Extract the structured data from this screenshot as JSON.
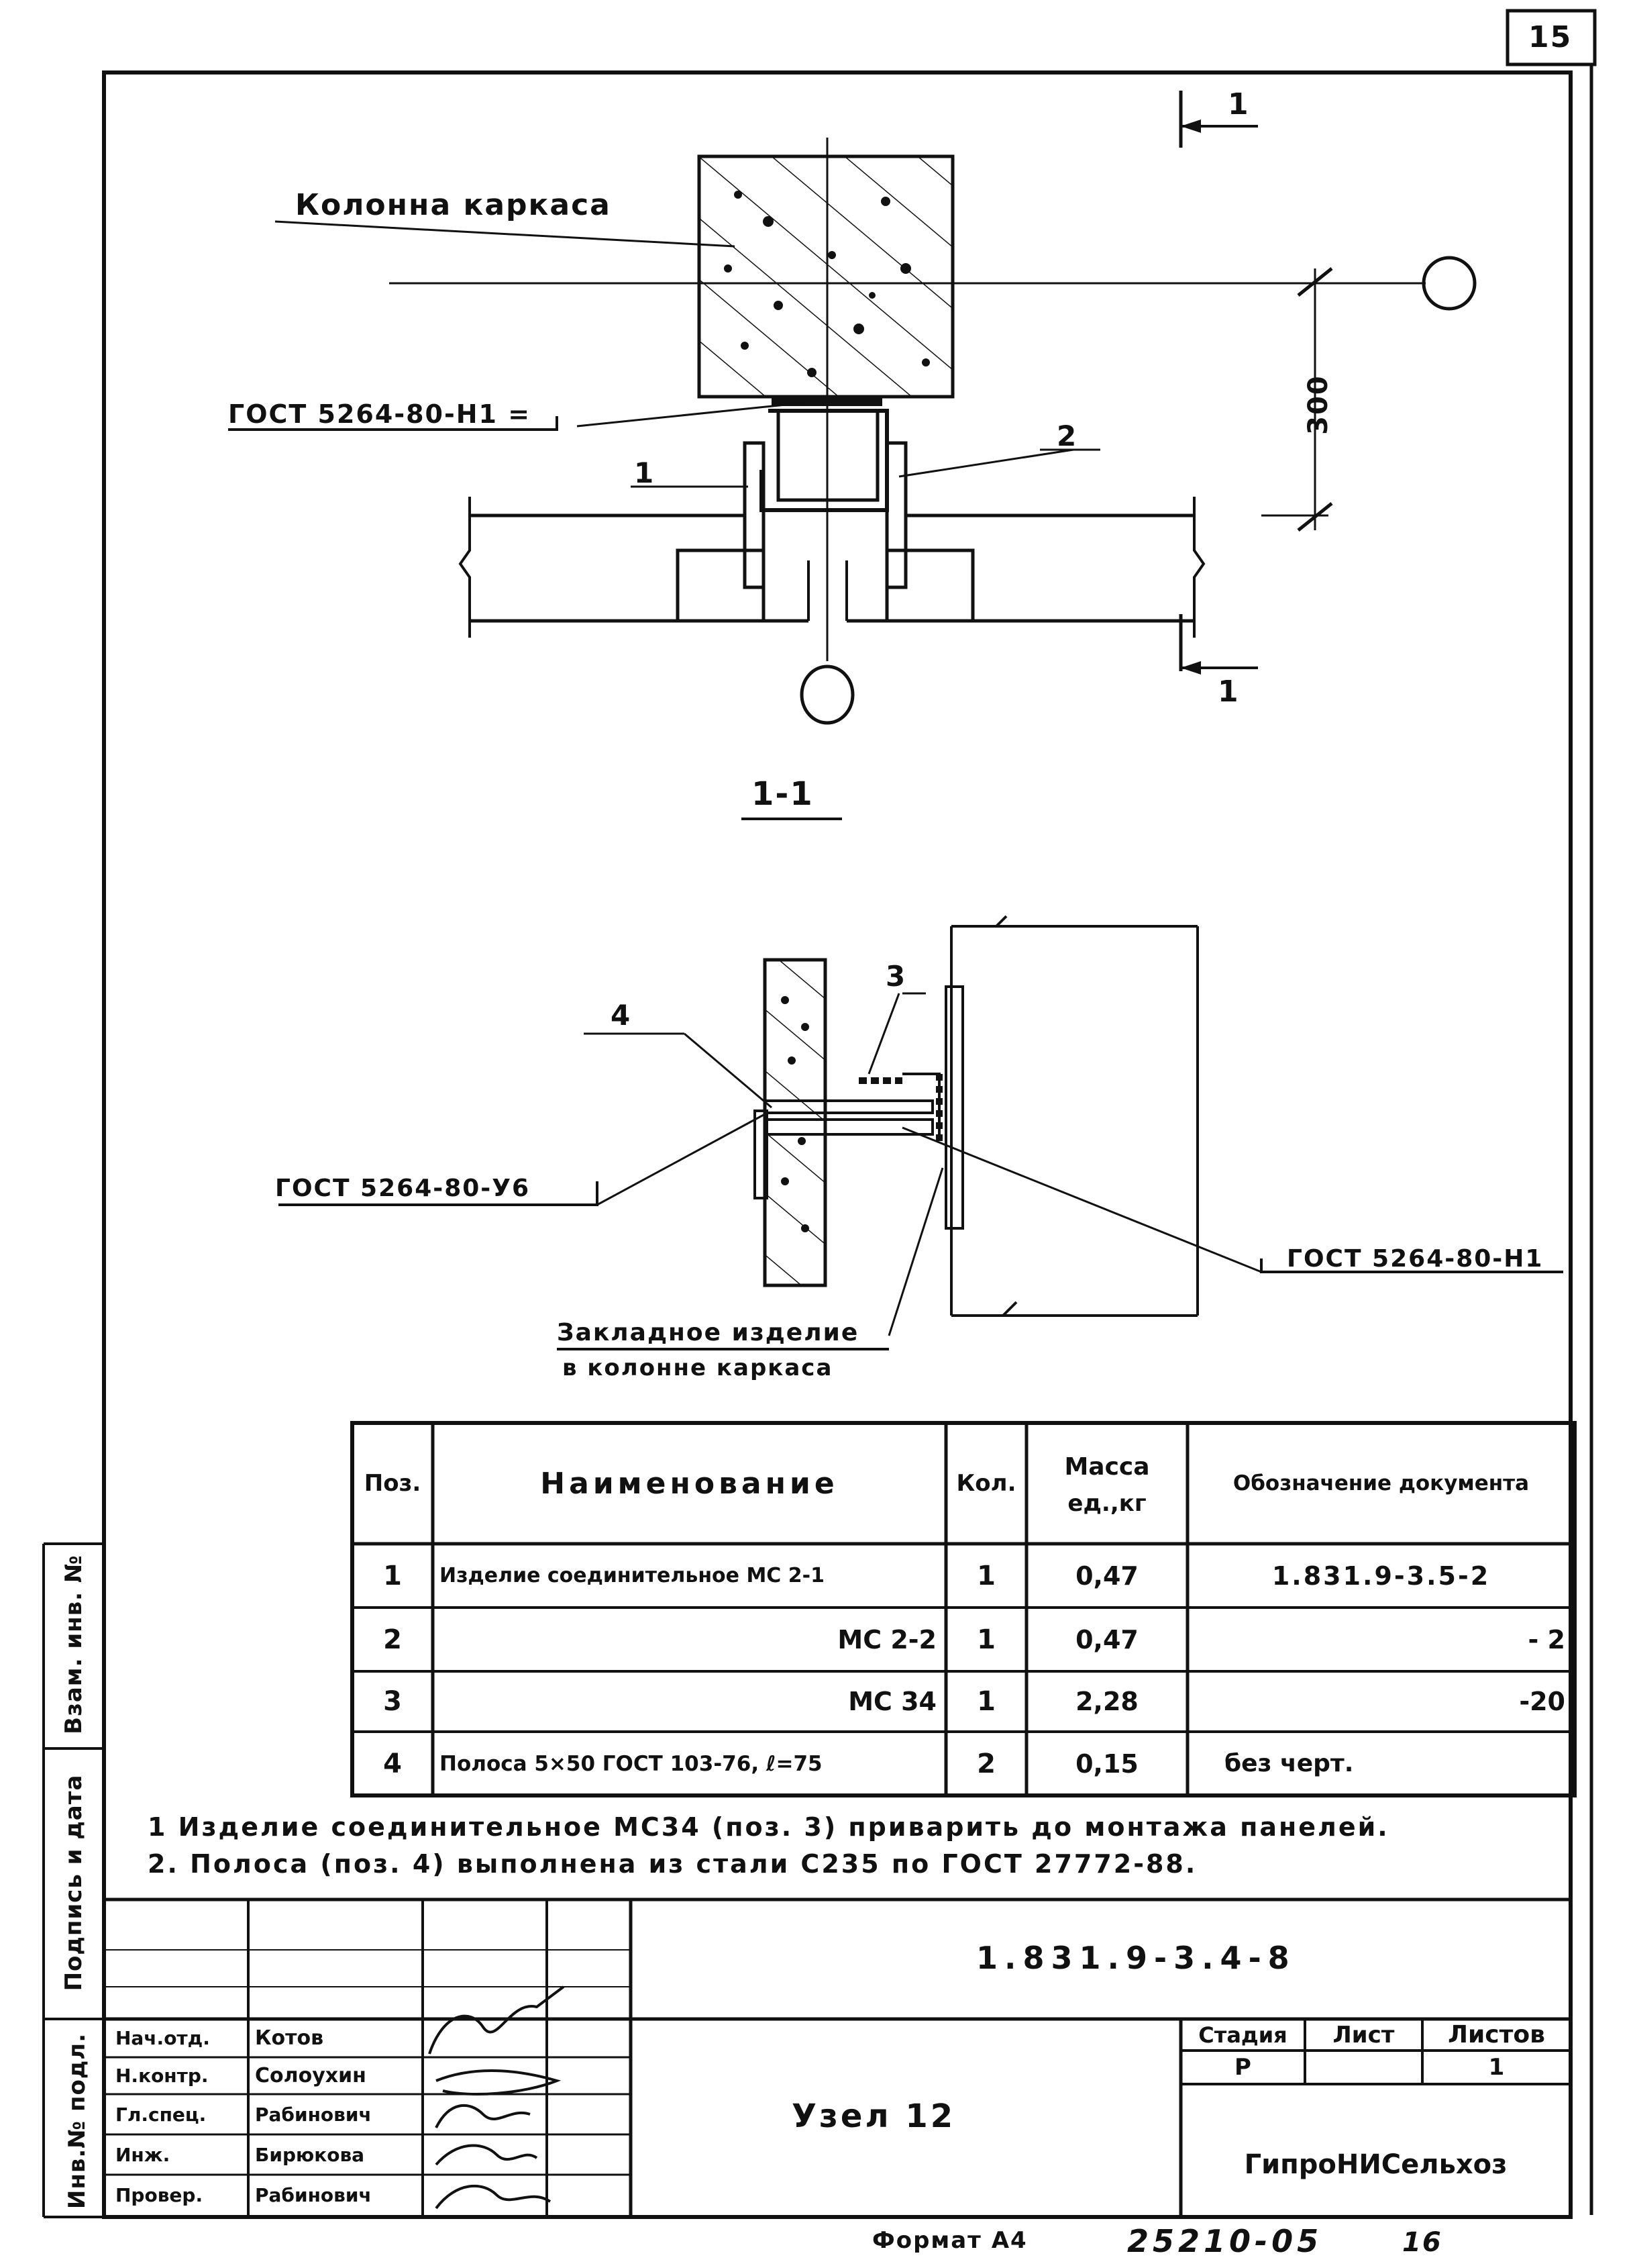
{
  "sheet_number": "15",
  "drawing": {
    "column_label": "Колонна каркаса",
    "weld_top": "ГОСТ 5264-80-Н1 =",
    "pos_1": "1",
    "pos_2": "2",
    "pos_3": "3",
    "pos_4": "4",
    "dimension_300": "300",
    "cut_mark": "1",
    "section_title": "1-1",
    "weld_left": "ГОСТ 5264-80-У6",
    "weld_right": "ГОСТ 5264-80-Н1",
    "embedded_line1": "Закладное изделие",
    "embedded_line2": "в колонне каркаса"
  },
  "spec_table": {
    "headers": {
      "pos": "Поз.",
      "name": "Наименование",
      "qty": "Кол.",
      "mass_line1": "Масса",
      "mass_line2": "ед.,кг",
      "doc": "Обозначение документа"
    },
    "rows": [
      {
        "pos": "1",
        "name": "Изделие соединительное МС 2-1",
        "qty": "1",
        "mass": "0,47",
        "doc": "1.831.9-3.5-2"
      },
      {
        "pos": "2",
        "name": "МС 2-2",
        "qty": "1",
        "mass": "0,47",
        "doc": "- 2"
      },
      {
        "pos": "3",
        "name": "МС 34",
        "qty": "1",
        "mass": "2,28",
        "doc": "-20"
      },
      {
        "pos": "4",
        "name": "Полоса 5×50 ГОСТ 103-76, ℓ=75",
        "qty": "2",
        "mass": "0,15",
        "doc": "без черт."
      }
    ]
  },
  "notes": {
    "line1": "1 Изделие соединительное МС34 (поз. 3) приварить до монтажа панелей.",
    "line2": "2. Полоса (поз. 4) выполнена из стали С235 по ГОСТ 27772-88."
  },
  "side_stamp": {
    "inv_podl": "Инв.№ подл.",
    "podpis_data": "Подпись и дата",
    "vzam_inv": "Взам. инв. №"
  },
  "title_block": {
    "document_code": "1.831.9-3.4-8",
    "title": "Узел 12",
    "stage_header": "Стадия",
    "sheet_header": "Лист",
    "sheets_header": "Листов",
    "stage_value": "Р",
    "sheets_value": "1",
    "organization": "ГипроНИСельхоз",
    "people": [
      {
        "role": "Нач.отд.",
        "name": "Котов"
      },
      {
        "role": "Н.контр.",
        "name": "Солоухин"
      },
      {
        "role": "Гл.спец.",
        "name": "Рабинович"
      },
      {
        "role": "Инж.",
        "name": "Бирюкова"
      },
      {
        "role": "Провер.",
        "name": "Рабинович"
      }
    ]
  },
  "footer": {
    "format": "Формат А4",
    "number": "25210-05",
    "extra": "16"
  }
}
